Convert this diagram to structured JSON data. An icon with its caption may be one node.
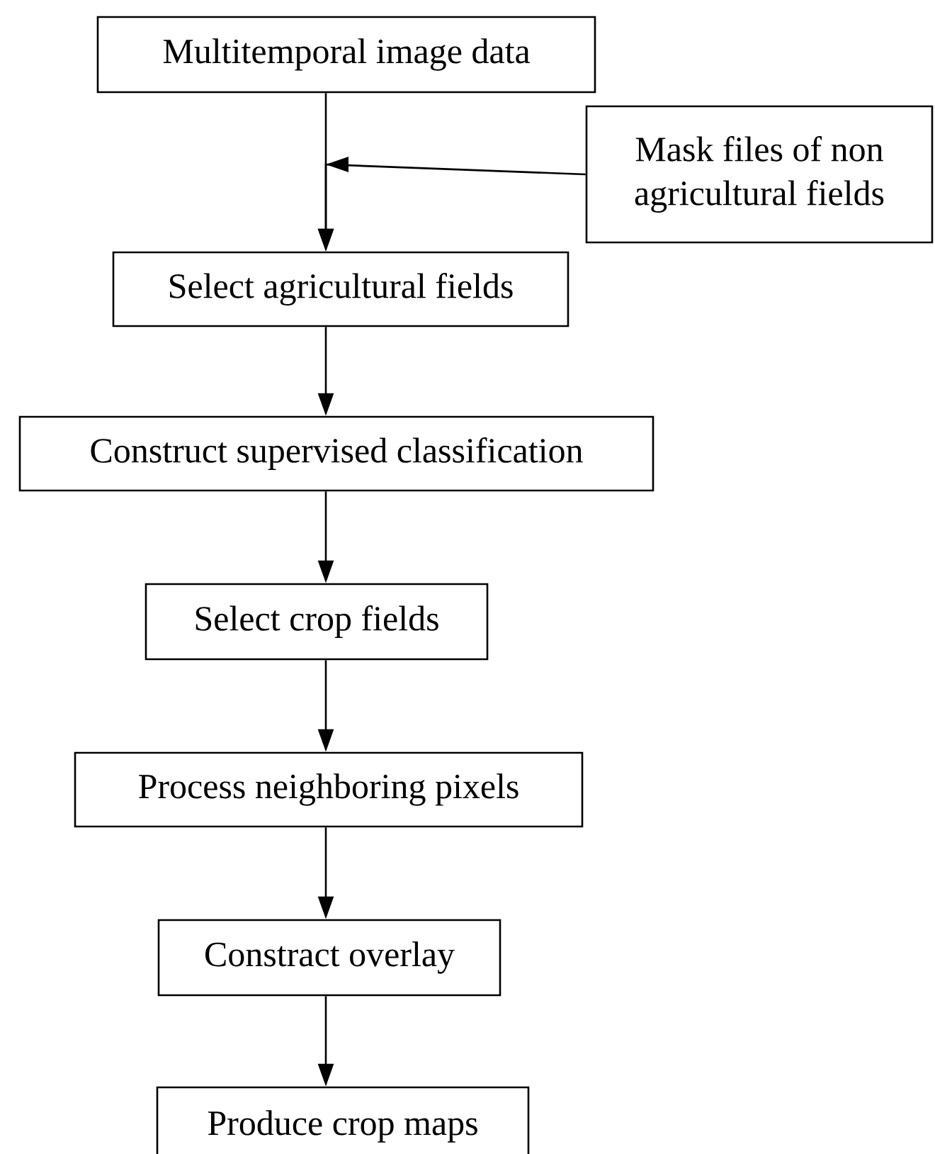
{
  "diagram": {
    "nodes": [
      {
        "text": [
          "Multitemporal image data"
        ]
      },
      {
        "text": [
          "Mask files of non agricultural fields"
        ]
      },
      {
        "text": [
          "Select agricultural fields"
        ]
      },
      {
        "text": [
          "Construct supervised classification"
        ]
      },
      {
        "text": [
          "Select crop fields"
        ]
      },
      {
        "text": [
          "Process neighboring pixels"
        ]
      },
      {
        "text": [
          "Constract overlay"
        ]
      },
      {
        "text": [
          "Produce crop maps"
        ]
      }
    ],
    "edges": [
      {
        "from": 0,
        "to": 2,
        "arrow": "to"
      },
      {
        "from": 1,
        "to": 2,
        "arrow": "to"
      },
      {
        "from": 2,
        "to": 3,
        "arrow": "to"
      },
      {
        "from": 3,
        "to": 4,
        "arrow": "to"
      },
      {
        "from": 4,
        "to": 5,
        "arrow": "to"
      },
      {
        "from": 5,
        "to": 6,
        "arrow": "to"
      },
      {
        "from": 6,
        "to": 7,
        "arrow": "to"
      }
    ]
  }
}
